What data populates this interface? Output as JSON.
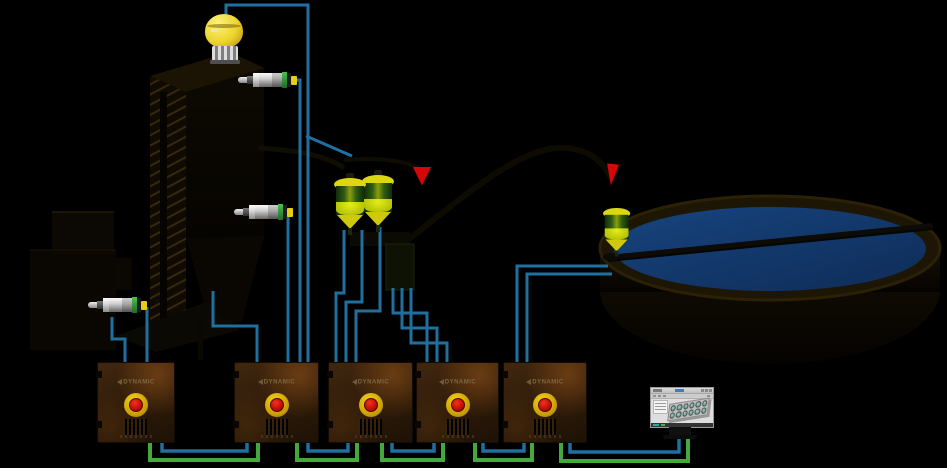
{
  "scene": {
    "description": "Industrial water-treatment instrumentation diagram on black background",
    "background": "#000000"
  },
  "colors": {
    "wire_blue": "#1f6f9f",
    "wire_green": "#44a83c",
    "tank_water": "#16417a",
    "alert_red": "#d40808",
    "sensor_yellow": "#e8d21c",
    "estop_ring_yellow": "#d9b606",
    "estop_button_red": "#c11007"
  },
  "cabinets": {
    "count": 5,
    "logo": "DYNAMIC"
  },
  "equipment": {
    "radar_level_sensor": {
      "icon": "radar-level-sensor-icon",
      "housing_color": "#e8d21c"
    },
    "pressure_sensors": {
      "count": 3,
      "icon": "pressure-sensor-icon"
    },
    "dosing_vessels": {
      "count": 3,
      "icon": "dosing-vessel-icon"
    },
    "warning_markers": {
      "count": 2,
      "icon": "red-triangle-icon"
    },
    "clarifier_tank": {
      "icon": "clarifier-tank-icon",
      "water_color": "#16417a"
    },
    "monitor_window": {
      "icon": "pc-monitor-icon",
      "tray_cells": 12
    }
  }
}
